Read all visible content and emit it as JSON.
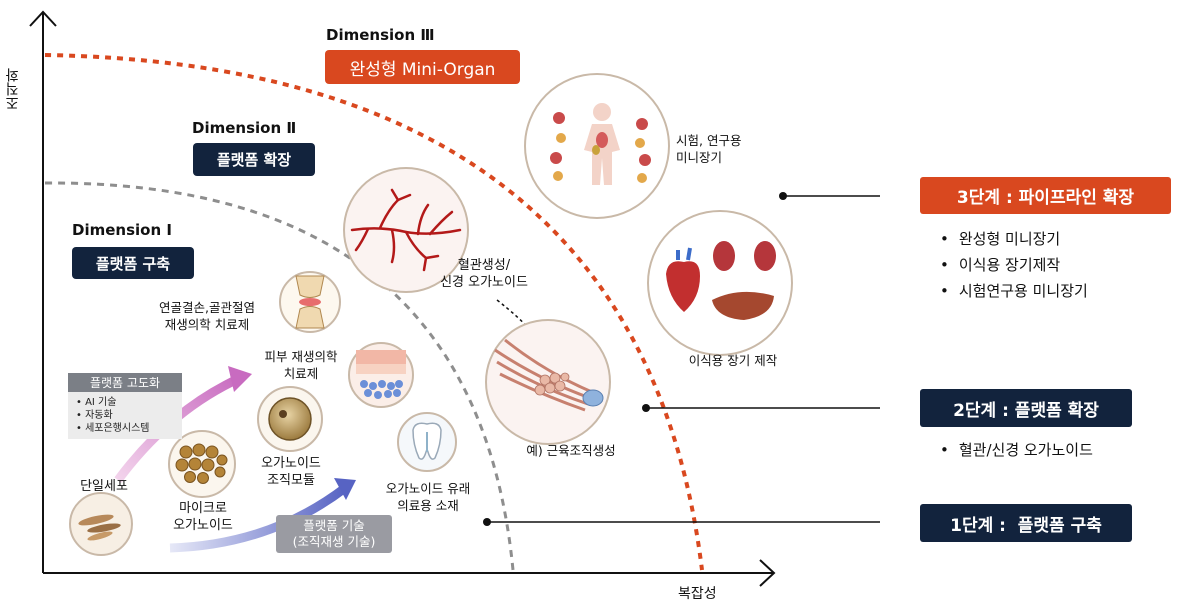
{
  "axes": {
    "y_label": "조직화",
    "x_label": "복잡성"
  },
  "dimensions": [
    {
      "title": "Dimension Ⅰ",
      "tag": "플랫폼 구축"
    },
    {
      "title": "Dimension Ⅱ",
      "tag": "플랫폼 확장"
    },
    {
      "title": "Dimension Ⅲ",
      "tag": "완성형 Mini-Organ"
    }
  ],
  "items": {
    "single_cell": "단일세포",
    "micro_organoid": "마이크로\n오가노이드",
    "organoid_module": "오가노이드\n조직모듈",
    "skin": "피부 재생의학\n치료제",
    "cartilage": "연골결손,골관절염\n재생의학 치료제",
    "organoid_material": "오가노이드 유래\n의료용 소재",
    "vascular": "혈관생성/\n신경 오가노이드",
    "muscle": "예) 근육조직생성",
    "test_organ": "시험, 연구용\n미니장기",
    "transplant": "이식용 장기 제작"
  },
  "platform_upgrade": {
    "title": "플랫폼 고도화",
    "points": [
      "AI 기술",
      "자동화",
      "세포은행시스템"
    ]
  },
  "platform_tech": "플랫폼 기술\n(조직재생 기술)",
  "stages": [
    {
      "label": "3단계 : 파이프라인 확장",
      "bullets": [
        "완성형 미니장기",
        "이식용 장기제작",
        "시험연구용 미니장기"
      ]
    },
    {
      "label": "2단계 : 플랫폼 확장",
      "bullets": [
        "혈관/신경 오가노이드"
      ]
    },
    {
      "label": "1단계 :  플랫폼 구축",
      "bullets": []
    }
  ],
  "colors": {
    "navy": "#12233d",
    "orange": "#d9481f",
    "dash_gray": "#8e8e8e",
    "dash_orange": "#d9481f"
  }
}
